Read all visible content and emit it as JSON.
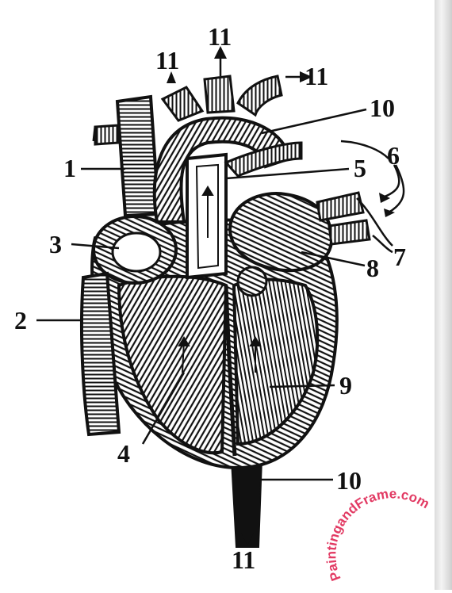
{
  "labels": {
    "n1": "1",
    "n2": "2",
    "n3": "3",
    "n4": "4",
    "n5": "5",
    "n6": "6",
    "n7": "7",
    "n8": "8",
    "n9": "9",
    "n10a": "10",
    "n10b": "10",
    "n11a": "11",
    "n11b": "11",
    "n11c": "11",
    "n11d": "11"
  },
  "watermark": {
    "text": "PaintingandFrame.com"
  },
  "colors": {
    "ink": "#111111",
    "paper": "#ffffff",
    "watermark": "#e23a63"
  }
}
